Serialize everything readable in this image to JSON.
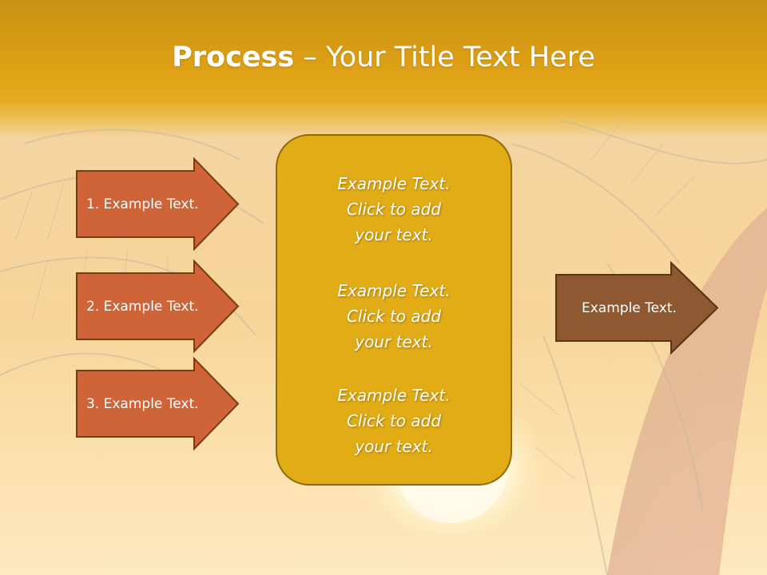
{
  "slide": {
    "title_bold": "Process",
    "title_rest": " – Your Title Text Here"
  },
  "left_arrows": [
    {
      "label": "1. Example Text."
    },
    {
      "label": "2. Example Text."
    },
    {
      "label": "3. Example Text."
    }
  ],
  "center_box": {
    "paragraphs": [
      {
        "line1": "Example Text.",
        "line2": "Click  to add",
        "line3": "your text."
      },
      {
        "line1": "Example Text.",
        "line2": "Click  to add",
        "line3": "your text."
      },
      {
        "line1": "Example Text.",
        "line2": "Click  to add",
        "line3": "your text."
      }
    ]
  },
  "right_arrow": {
    "label": "Example Text."
  },
  "colors": {
    "header_band": "#e3a515",
    "left_arrow_fill": "#cf6438",
    "right_arrow_fill": "#8e5830",
    "center_box_fill": "#e1ac16",
    "outline": "#7a3a12"
  }
}
